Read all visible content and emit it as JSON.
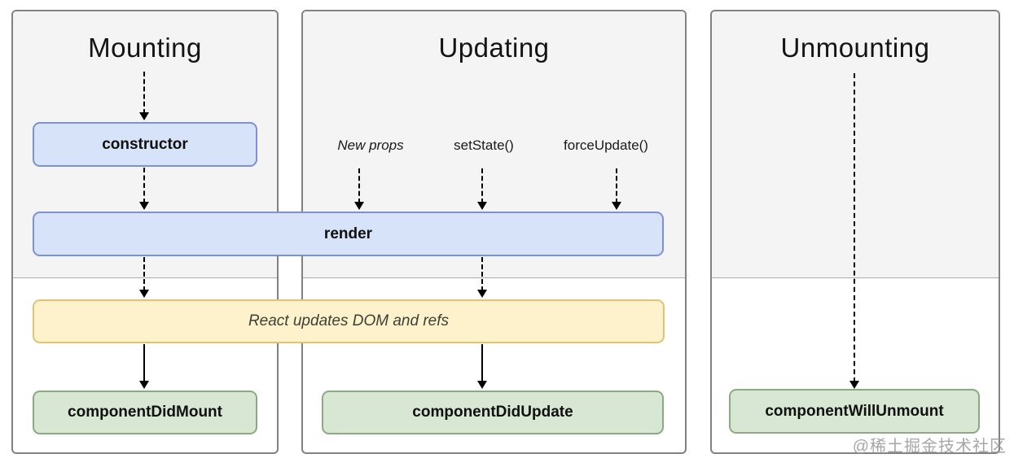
{
  "columns": [
    {
      "id": "mounting",
      "title": "Mounting"
    },
    {
      "id": "updating",
      "title": "Updating",
      "triggers": [
        "New props",
        "setState()",
        "forceUpdate()"
      ]
    },
    {
      "id": "unmounting",
      "title": "Unmounting"
    }
  ],
  "nodes": {
    "constructor": {
      "label": "constructor"
    },
    "render": {
      "label": "render"
    },
    "react_updates": {
      "label": "React updates DOM and refs"
    },
    "component_did_mount": {
      "label": "componentDidMount"
    },
    "component_did_update": {
      "label": "componentDidUpdate"
    },
    "component_will_unmount": {
      "label": "componentWillUnmount"
    }
  },
  "colors": {
    "panel_bg": "#f4f4f4",
    "panel_border": "#828282",
    "method_fill": "#d6e3f8",
    "method_border": "#7e91d1",
    "effect_fill": "#fdf2cb",
    "effect_border": "#dfc473",
    "commit_fill": "#d8e7d3",
    "commit_border": "#89ab80"
  },
  "watermark": "@稀土掘金技术社区"
}
